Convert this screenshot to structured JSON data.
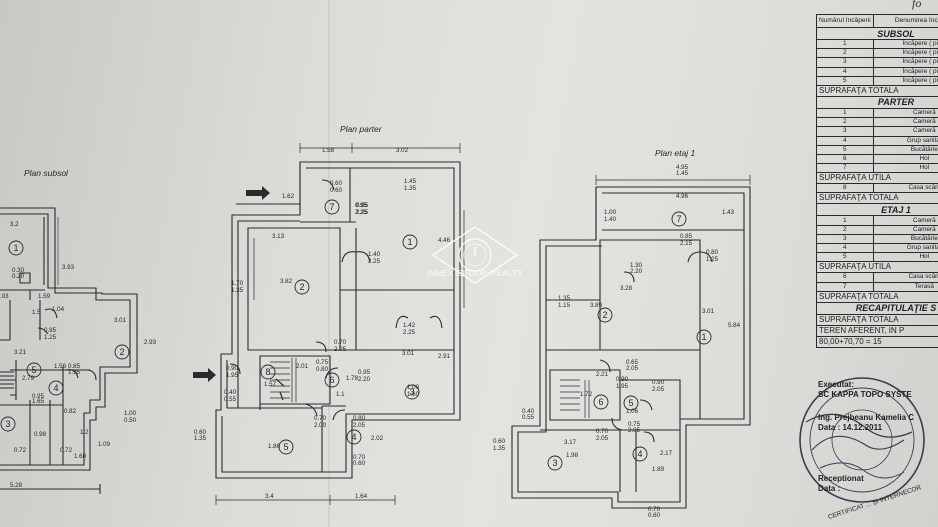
{
  "corner_mark": "fo",
  "plans": {
    "subsol": {
      "title": "Plan subsol",
      "dims": [
        "3.2",
        "3.93",
        "0.30",
        "0.20",
        "1.59",
        "1.04",
        "0.95",
        "1.25",
        "3.01",
        "2.93",
        "3.21",
        "1.56",
        "0.85",
        "1.95",
        "0.95",
        "1.65",
        "0.82",
        "1.00",
        "0.50",
        "0.98",
        "1.2",
        "1.09",
        "0.72",
        "0.72",
        "1.68",
        "5.28",
        ".03",
        "1.5",
        "2.79"
      ],
      "rooms": [
        "1",
        "2",
        "3",
        "4",
        "5"
      ]
    },
    "parter": {
      "title": "Plan parter",
      "dims": [
        "1.58",
        "3.02",
        "0.60",
        "0.60",
        "0.95",
        "2.25",
        "1.62",
        "1.45",
        "1.35",
        "0.95",
        "2.25",
        "3.13",
        "4.46",
        "1.70",
        "1.35",
        "3.82",
        "1.40",
        "2.25",
        "1.42",
        "2.25",
        "0.70",
        "2.05",
        "3.01",
        "2.91",
        "0.75",
        "0.80",
        "0.95",
        "2.20",
        "1.78",
        "0.90",
        "1.95",
        "1.57",
        "2.01",
        "1.00",
        "1.60",
        "0.40",
        "0.55",
        "0.70",
        "2.00",
        "1.1",
        "0.80",
        "2.05",
        "0.60",
        "1.35",
        "1.86",
        "2.02",
        "0.70",
        "0.60",
        "3.4",
        "1.64"
      ],
      "rooms": [
        "1",
        "2",
        "3",
        "4",
        "5",
        "6",
        "7",
        "8"
      ]
    },
    "etaj": {
      "title": "Plan etaj 1",
      "dims": [
        "4.95",
        "1.45",
        "4.96",
        "1.00",
        "1.40",
        "1.43",
        "0.85",
        "2.15",
        "0.80",
        "1.25",
        "1.30",
        "2.20",
        "3.28",
        "1.35",
        "1.15",
        "3.89",
        "3.01",
        "5.84",
        "2.21",
        "1.72",
        "0.65",
        "2.05",
        "0.90",
        "2.05",
        "0.90",
        "1.95",
        "0.40",
        "0.55",
        "1.06",
        "0.60",
        "1.35",
        "3.17",
        "1.98",
        "0.70",
        "2.05",
        "0.75",
        "2.05",
        "2.17",
        "1.89",
        "0.70",
        "0.60"
      ],
      "rooms": [
        "1",
        "2",
        "3",
        "4",
        "5",
        "6",
        "7"
      ]
    }
  },
  "table": {
    "header": {
      "col1": "Numărul încăperii",
      "col2": "Denumirea încăperii"
    },
    "sections": [
      {
        "title": "SUBSOL",
        "rows": [
          [
            "1",
            "Încăpere ( pivni"
          ],
          [
            "2",
            "Încăpere ( pivni"
          ],
          [
            "3",
            "Încăpere ( pivni"
          ],
          [
            "4",
            "Încăpere ( pivni"
          ],
          [
            "5",
            "Încăpere ( pivni"
          ]
        ],
        "totals": [
          "SUPRAFAŢA TOTALA"
        ]
      },
      {
        "title": "PARTER",
        "rows": [
          [
            "1",
            "Cameră"
          ],
          [
            "2",
            "Cameră"
          ],
          [
            "3",
            "Cameră"
          ],
          [
            "4",
            "Grup sanitar"
          ],
          [
            "5",
            "Bucătărie"
          ],
          [
            "6",
            "Hol"
          ],
          [
            "7",
            "Hol"
          ]
        ],
        "totals": [
          "SUPRAFAŢA UTILA"
        ],
        "extra": [
          [
            "8",
            "Casa scării"
          ]
        ],
        "totals2": [
          "SUPRAFAŢA TOTALA"
        ]
      },
      {
        "title": "ETAJ 1",
        "rows": [
          [
            "1",
            "Cameră"
          ],
          [
            "2",
            "Cameră"
          ],
          [
            "3",
            "Bucătărie"
          ],
          [
            "4",
            "Grup sanitar"
          ],
          [
            "5",
            "Hol"
          ]
        ],
        "totals": [
          "SUPRAFAŢA UTILA"
        ],
        "extra": [
          [
            "6",
            "Casa scării"
          ],
          [
            "7",
            "Terasă"
          ]
        ],
        "totals2": [
          "SUPRAFAŢA TOTALA"
        ]
      }
    ],
    "recap_title": "RECAPITULAŢIE S",
    "recap_rows": [
      "SUPRAFAŢA TOTALA",
      "TEREN AFERENT, IN P",
      "80,00+70,70 = 15"
    ]
  },
  "footer": {
    "executat_label": "Executat:",
    "company": "SC KAPPA TOPO SYSTE",
    "engineer": "Ing. Prejbeanu Kamelia C",
    "date": "Data : 14.12.2011",
    "receptionat": "Receptionat",
    "data_label": "Data :"
  },
  "watermark": {
    "text": "INNEX GROUP REALTY",
    "letter": "I"
  },
  "stamp": {
    "text": "CERTIFICAT ... ŞI INTERNECOR"
  },
  "colors": {
    "paper": "#dedcd8",
    "ink": "#26262a",
    "watermark": "#ffffff"
  }
}
